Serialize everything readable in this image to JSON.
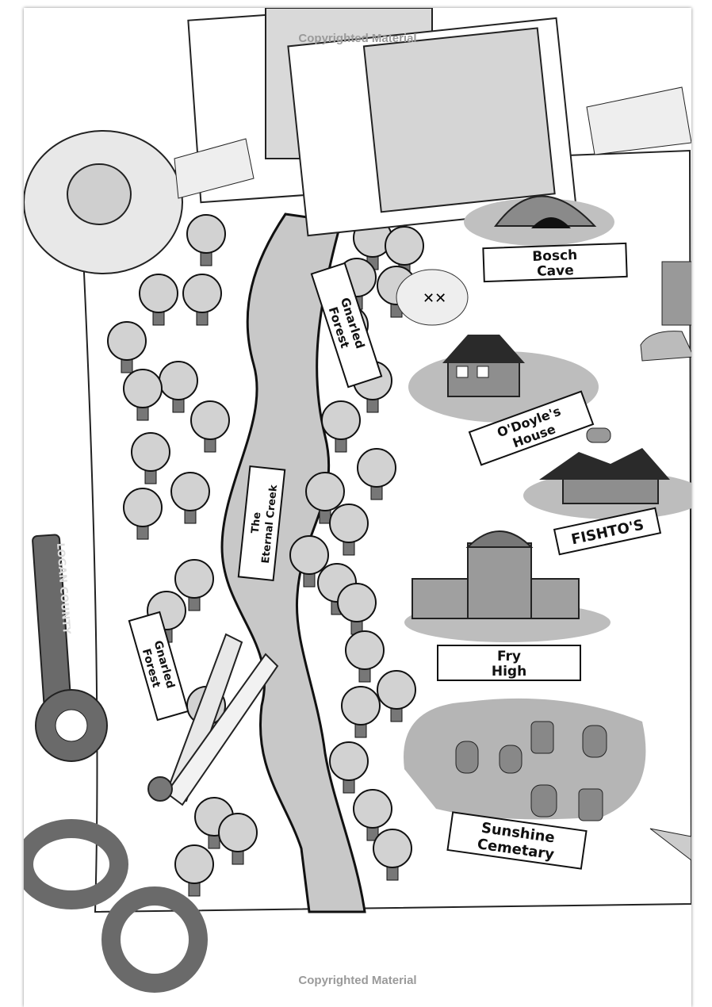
{
  "copyright_top": "Copyrighted Material",
  "copyright_bottom": "Copyrighted Material",
  "map": {
    "labels": {
      "bosch_cave": [
        "Bosch",
        "Cave"
      ],
      "odoyles_house": [
        "O'Doyle's",
        "House"
      ],
      "fishtos": "FISHTO'S",
      "fry_high": [
        "Fry",
        "High"
      ],
      "sunshine_cemetary": [
        "Sunshine",
        "Cemetary"
      ],
      "gnarled_forest_right": [
        "Gnarled",
        "Forest"
      ],
      "gnarled_forest_left": [
        "Gnarled",
        "Forest"
      ],
      "eternal_creek": [
        "The",
        "Eternal Creek"
      ]
    },
    "key_inscription": "LOGAN COUNTY"
  },
  "colors": {
    "ink": "#111111",
    "water": "#c8c8c8",
    "tree": "#d2d2d2",
    "ground": "#b9b9b9",
    "roof": "#2a2a2a"
  }
}
